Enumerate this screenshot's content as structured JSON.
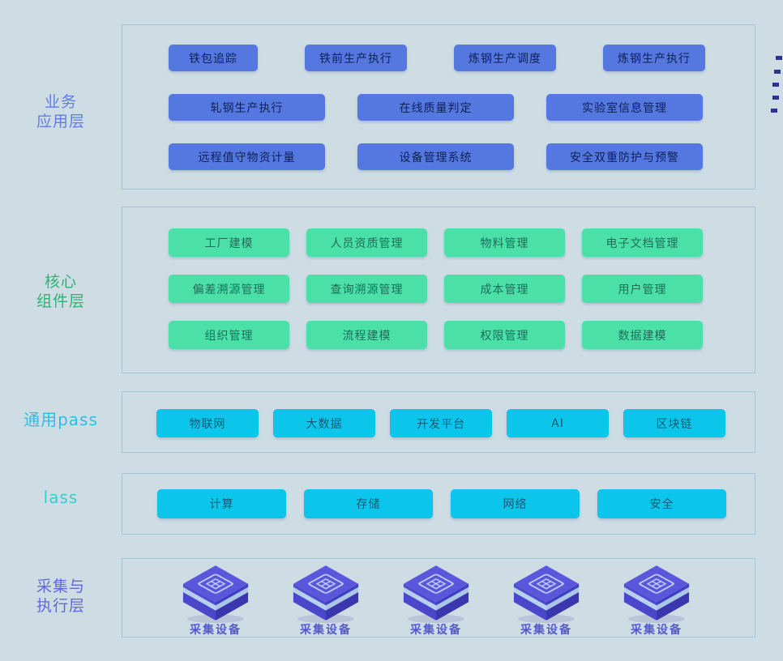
{
  "diagram": {
    "background_color": "#cedce4",
    "panel_border_color": "#7db9cd"
  },
  "layers": [
    {
      "id": "business",
      "label_lines": [
        "业务",
        "应用层"
      ],
      "label_color": "#5f7ee2",
      "button_fill": "#5478e0",
      "button_text_color": "#0f2158",
      "rows": [
        [
          "铁包追踪",
          "铁前生产执行",
          "炼钢生产调度",
          "炼钢生产执行"
        ],
        [
          "轧钢生产执行",
          "在线质量判定",
          "实验室信息管理"
        ],
        [
          "远程值守物资计量",
          "设备管理系统",
          "安全双重防护与预警"
        ]
      ]
    },
    {
      "id": "core",
      "label_lines": [
        "核心",
        "组件层"
      ],
      "label_color": "#2fb274",
      "button_fill": "#4ce0a9",
      "button_text_color": "#1a6f58",
      "rows": [
        [
          "工厂建模",
          "人员资质管理",
          "物料管理",
          "电子文档管理"
        ],
        [
          "偏差溯源管理",
          "查询溯源管理",
          "成本管理",
          "用户管理"
        ],
        [
          "组织管理",
          "流程建模",
          "权限管理",
          "数据建模"
        ]
      ]
    },
    {
      "id": "pass",
      "label_lines": [
        "通用pass"
      ],
      "label_color": "#29bfe8",
      "button_fill": "#0cc5ea",
      "button_text_color": "#155a73",
      "rows": [
        [
          "物联网",
          "大数据",
          "开发平台",
          "AI",
          "区块链"
        ]
      ]
    },
    {
      "id": "lass",
      "label_lines": [
        "lass"
      ],
      "label_color": "#36ccd2",
      "button_fill": "#0cc5ea",
      "button_text_color": "#155a73",
      "rows": [
        [
          "计算",
          "存储",
          "网络",
          "安全"
        ]
      ]
    },
    {
      "id": "devices",
      "label_lines": [
        "采集与",
        "执行层"
      ],
      "label_color": "#6367de",
      "device_label": "采集设备",
      "device_label_color": "#5558d0",
      "device_count": 5
    }
  ],
  "edge_marks": {
    "count": 5,
    "color": "#2a3590"
  }
}
